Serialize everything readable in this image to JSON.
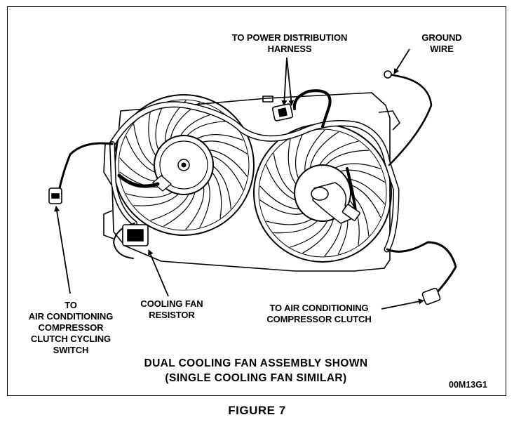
{
  "labels": {
    "power_harness": [
      "TO POWER DISTRIBUTION",
      "HARNESS"
    ],
    "ground_wire": [
      "GROUND",
      "WIRE"
    ],
    "ac_switch": [
      "TO",
      "AIR CONDITIONING",
      "COMPRESSOR",
      "CLUTCH CYCLING",
      "SWITCH"
    ],
    "fan_resistor": [
      "COOLING FAN",
      "RESISTOR"
    ],
    "ac_clutch": [
      "TO AIR CONDITIONING",
      "COMPRESSOR CLUTCH"
    ]
  },
  "caption": {
    "line1": "DUAL COOLING FAN ASSEMBLY SHOWN",
    "line2": "(SINGLE COOLING FAN SIMILAR)",
    "code": "00M13G1"
  },
  "figure_title": "FIGURE 7"
}
